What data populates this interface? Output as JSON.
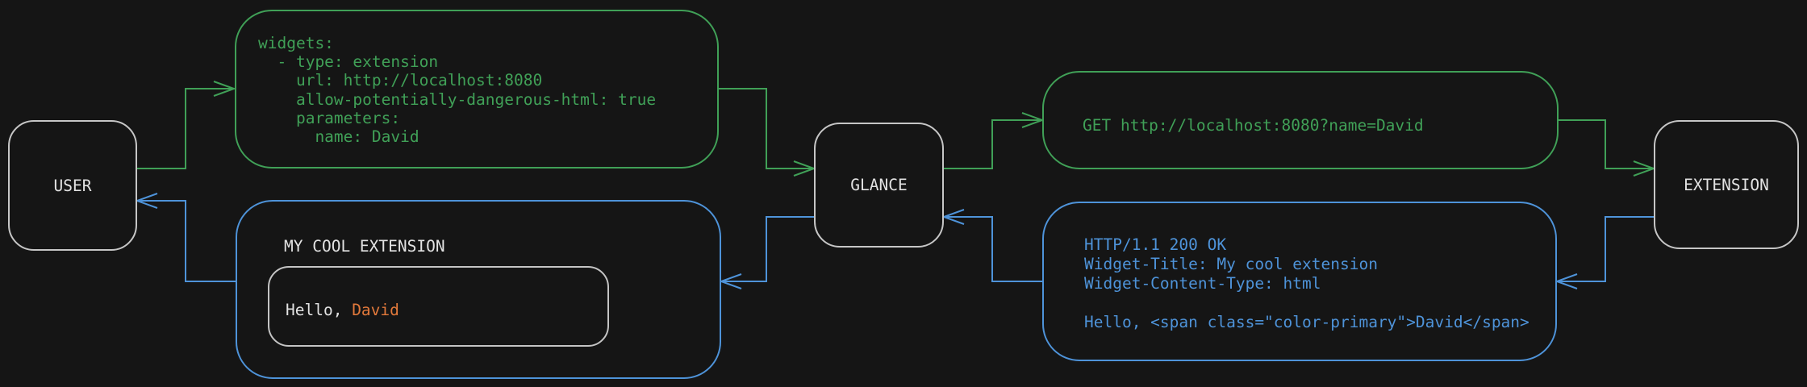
{
  "colors": {
    "background": "#151515",
    "accent_green": "#40A057",
    "accent_blue": "#4E93D9",
    "accent_orange": "#E2793B",
    "node_border": "#C6C6C6",
    "inner_border": "#C4C4C4",
    "text_primary": "#E2E2E2"
  },
  "nodes": {
    "user": "USER",
    "glance": "GLANCE",
    "extension": "EXTENSION"
  },
  "config_box": {
    "code": "widgets:\n  - type: extension\n    url: http://localhost:8080\n    allow-potentially-dangerous-html: true\n    parameters:\n      name: David"
  },
  "request_box": {
    "code": "GET http://localhost:8080?name=David"
  },
  "response_box": {
    "code": "HTTP/1.1 200 OK\nWidget-Title: My cool extension\nWidget-Content-Type: html\n\nHello, <span class=\"color-primary\">David</span>"
  },
  "widget_box": {
    "title": "MY COOL EXTENSION",
    "greeting": {
      "prefix": "Hello, ",
      "name": "David"
    }
  }
}
